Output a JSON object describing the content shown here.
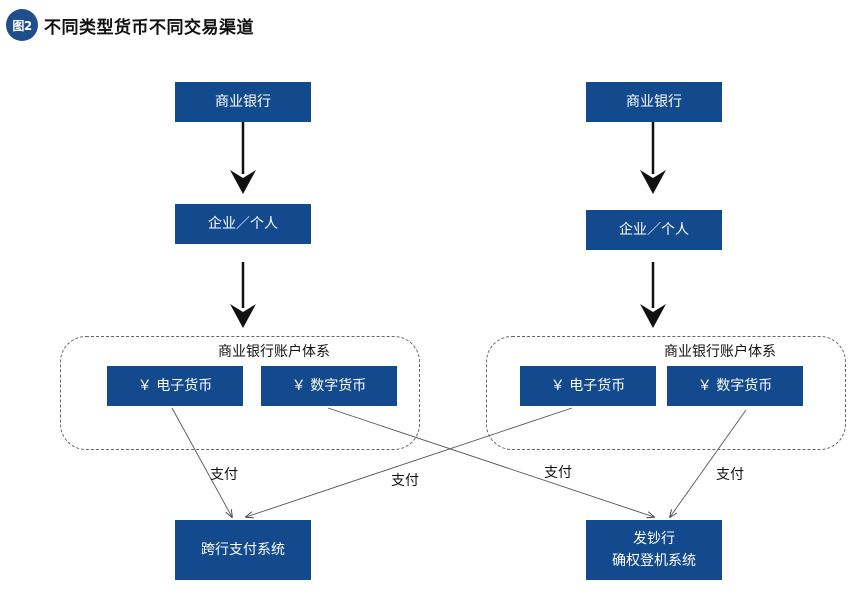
{
  "figure": {
    "badge": "图2",
    "title": "不同类型货币不同交易渠道"
  },
  "left_column": {
    "bank": "商业银行",
    "party": "企业／个人",
    "system_label": "商业银行账户体系",
    "e_money": "￥ 电子货币",
    "digital_money": "￥ 数字货币",
    "terminal": "跨行支付系统"
  },
  "right_column": {
    "bank": "商业银行",
    "party": "企业／个人",
    "system_label": "商业银行账户体系",
    "e_money": "￥ 电子货币",
    "digital_money": "￥ 数字货币",
    "terminal_line1": "发钞行",
    "terminal_line2": "确权登机系统"
  },
  "edge_labels": [
    "支付",
    "支付",
    "支付",
    "支付"
  ],
  "colors": {
    "box_fill": "#134a8e",
    "badge_fill": "#1f4e8c"
  }
}
